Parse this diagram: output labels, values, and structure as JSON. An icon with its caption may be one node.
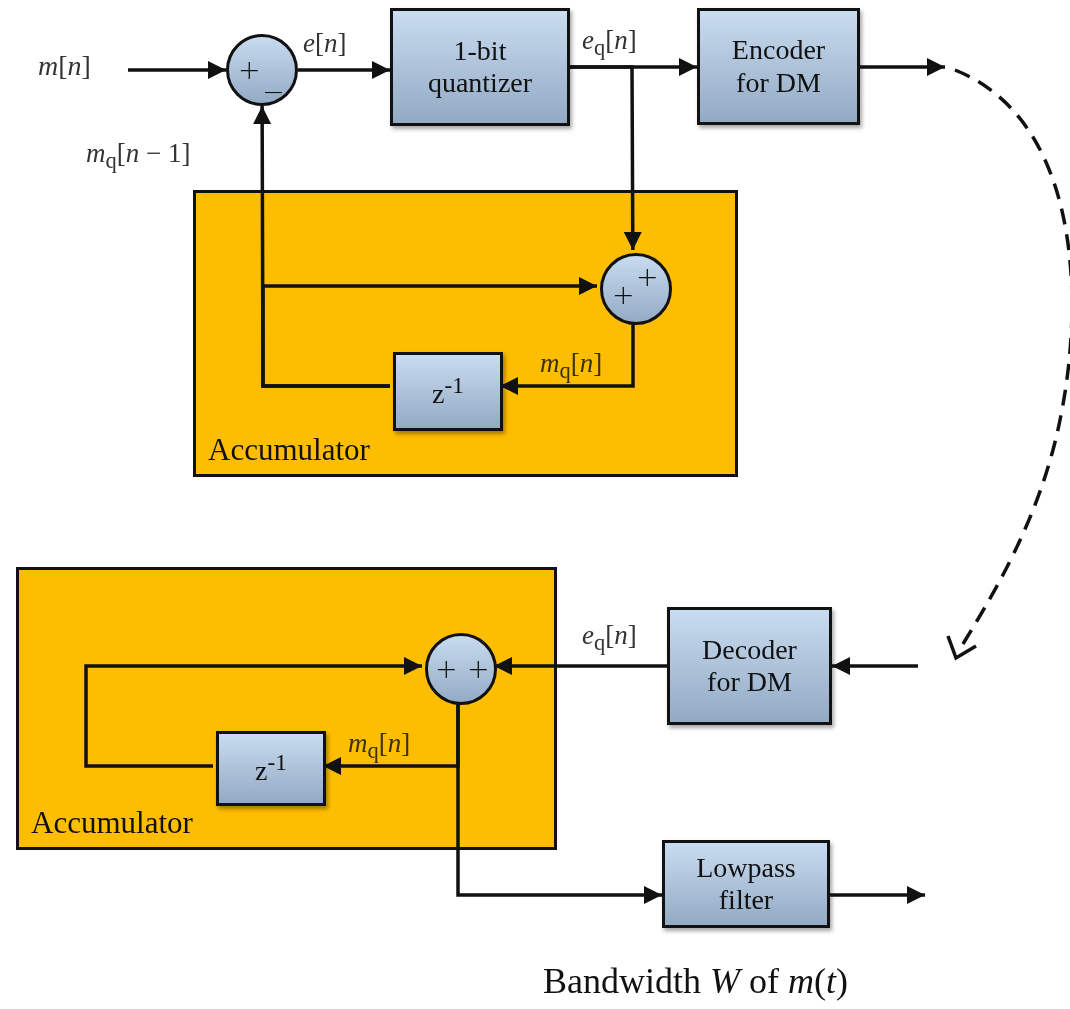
{
  "diagram": {
    "nodes": [
      {
        "text": [
          "*m*[*n*]"
        ]
      },
      {
        "text": [
          "+",
          "−"
        ]
      },
      {
        "text": [
          "1-bit quantizer"
        ]
      },
      {
        "text": [
          "Encoder for DM"
        ]
      },
      {
        "text": [
          "Accumulator"
        ]
      },
      {
        "text": [
          "+",
          "+"
        ],
        "in": 4
      },
      {
        "text": [
          "z$^{-1}$"
        ],
        "in": 4
      },
      {
        "text": [
          "Accumulator"
        ]
      },
      {
        "text": [
          "+",
          "+"
        ],
        "in": 7
      },
      {
        "text": [
          "z$^{-1}$"
        ],
        "in": 7
      },
      {
        "text": [
          "Decoder for DM"
        ]
      },
      {
        "text": [
          "Lowpass filter"
        ],
        "beside": [
          "Bandwidth *W* of *m*(*t*)"
        ]
      }
    ],
    "edges": [
      {
        "from": 0,
        "to": 1,
        "arrow": "to"
      },
      {
        "from": 1,
        "to": 2,
        "arrow": "to",
        "label": "*e*[*n*]"
      },
      {
        "from": 2,
        "to": 3,
        "arrow": "to",
        "label": "*e*$_{q}$[*n*]"
      },
      {
        "from": 3,
        "to": null,
        "arrow": "to"
      },
      {
        "from": 2,
        "to": 5,
        "arrow": "to"
      },
      {
        "from": 5,
        "to": 6,
        "arrow": "to",
        "label": "*m*$_{q}$[*n*]"
      },
      {
        "from": 6,
        "to": 1,
        "arrow": "to",
        "label": "*m*$_{q}$[*n* − 1]"
      },
      {
        "from": 6,
        "to": 5,
        "arrow": "to"
      },
      {
        "from": null,
        "to": 10,
        "arrow": "to"
      },
      {
        "from": 10,
        "to": 8,
        "arrow": "to",
        "label": "*e*$_{q}$[*n*]"
      },
      {
        "from": 8,
        "to": 9,
        "arrow": "to",
        "label": "*m*$_{q}$[*n*]"
      },
      {
        "from": 9,
        "to": 8,
        "arrow": "to"
      },
      {
        "from": 8,
        "to": 11,
        "arrow": "to"
      },
      {
        "from": 11,
        "to": null,
        "arrow": "to"
      }
    ]
  }
}
